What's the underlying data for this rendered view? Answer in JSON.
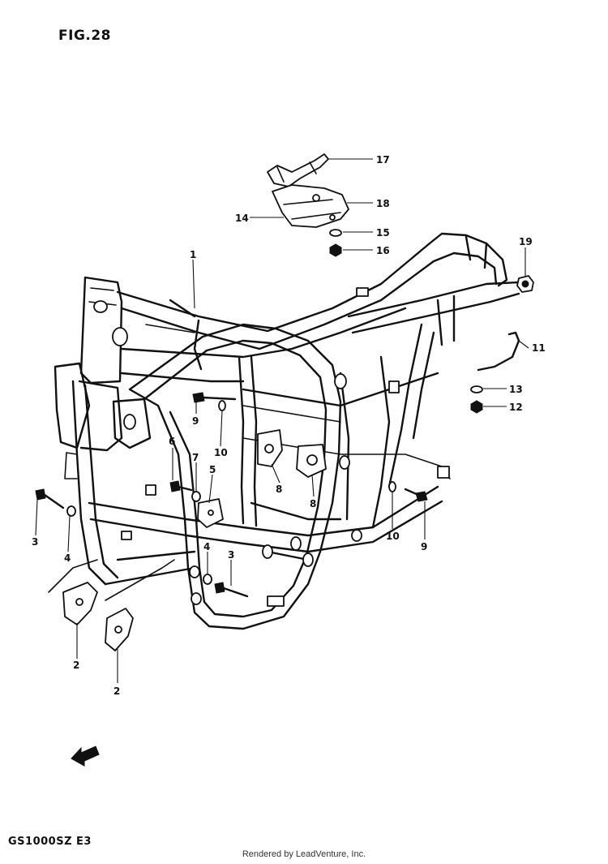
{
  "figure": {
    "title": "FIG.28",
    "model_code": "GS1000SZ  E3",
    "credit": "Rendered by LeadVenture, Inc."
  },
  "callouts": [
    {
      "id": "c1",
      "label": "1"
    },
    {
      "id": "c2a",
      "label": "2"
    },
    {
      "id": "c2b",
      "label": "2"
    },
    {
      "id": "c3a",
      "label": "3"
    },
    {
      "id": "c3b",
      "label": "3"
    },
    {
      "id": "c4a",
      "label": "4"
    },
    {
      "id": "c4b",
      "label": "4"
    },
    {
      "id": "c5",
      "label": "5"
    },
    {
      "id": "c6",
      "label": "6"
    },
    {
      "id": "c7",
      "label": "7"
    },
    {
      "id": "c8a",
      "label": "8"
    },
    {
      "id": "c8b",
      "label": "8"
    },
    {
      "id": "c9a",
      "label": "9"
    },
    {
      "id": "c9b",
      "label": "9"
    },
    {
      "id": "c10a",
      "label": "10"
    },
    {
      "id": "c10b",
      "label": "10"
    },
    {
      "id": "c11",
      "label": "11"
    },
    {
      "id": "c12",
      "label": "12"
    },
    {
      "id": "c13",
      "label": "13"
    },
    {
      "id": "c14",
      "label": "14"
    },
    {
      "id": "c15",
      "label": "15"
    },
    {
      "id": "c16",
      "label": "16"
    },
    {
      "id": "c17",
      "label": "17"
    },
    {
      "id": "c18",
      "label": "18"
    },
    {
      "id": "c19",
      "label": "19"
    }
  ]
}
